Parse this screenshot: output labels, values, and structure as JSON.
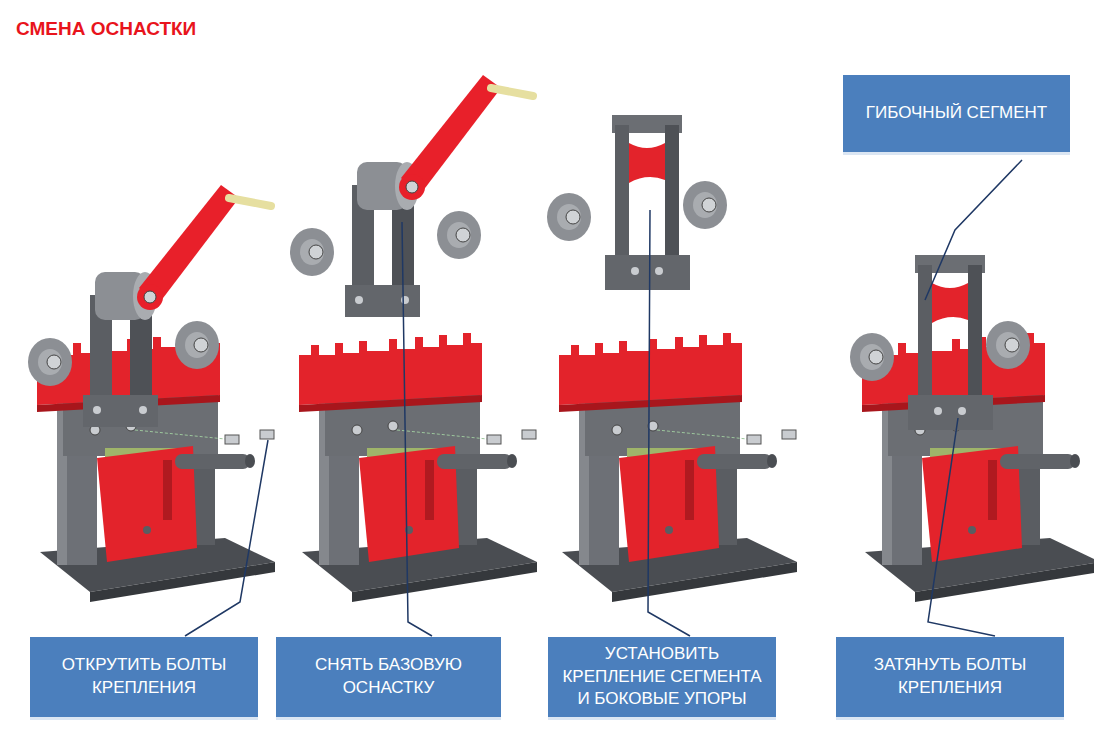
{
  "diagram": {
    "title": "СМЕНА ОСНАСТКИ",
    "nodes": [
      {
        "text": [
          "ГИБОЧНЫЙ СЕГМЕНТ"
        ]
      },
      {
        "text": [
          "ОТКРУТИТЬ БОЛТЫ КРЕПЛЕНИЯ"
        ]
      },
      {
        "text": [
          "СНЯТЬ  БАЗОВУЮ ОСНАСТКУ"
        ]
      },
      {
        "text": [
          "УСТАНОВИТЬ КРЕПЛЕНИЕ СЕГМЕНТА И БОКОВЫЕ  УПОРЫ"
        ]
      },
      {
        "text": [
          "ЗАТЯНУТЬ БОЛТЫ КРЕПЛЕНИЯ"
        ]
      }
    ]
  }
}
